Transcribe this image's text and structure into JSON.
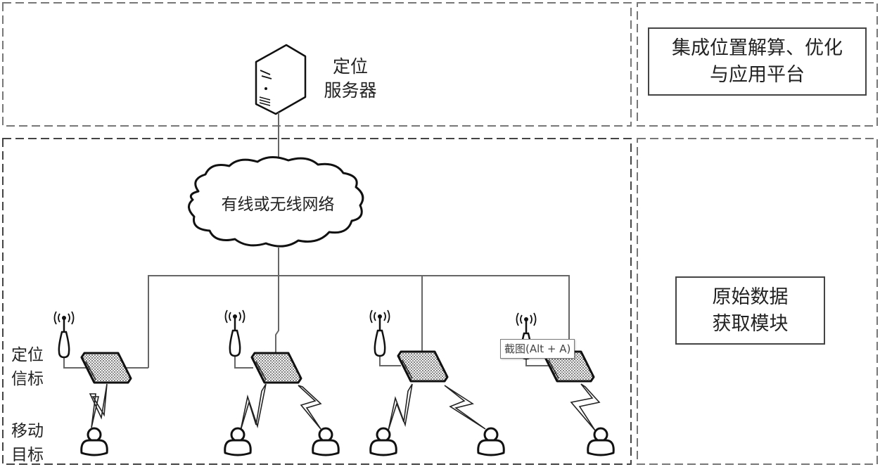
{
  "panels": {
    "top_right_label": "集成位置解算、优化\n与应用平台",
    "bottom_right_label": "原始数据\n获取模块"
  },
  "server": {
    "label": "定位\n服务器",
    "icon": "server-icon"
  },
  "network": {
    "label": "有线或无线网络",
    "icon": "cloud-icon"
  },
  "side_labels": {
    "beacon": "定位\n信标",
    "target": "移动\n目标"
  },
  "nodes": [
    {
      "name": "group-1",
      "targets": 1
    },
    {
      "name": "group-2",
      "targets": 2
    },
    {
      "name": "group-3",
      "targets": 2
    },
    {
      "name": "group-4",
      "targets": 1
    }
  ],
  "tooltip": {
    "text": "截图(Alt + A)"
  },
  "colors": {
    "line": "#555555",
    "dashed_border": "#777777",
    "icon_stroke": "#111111"
  }
}
